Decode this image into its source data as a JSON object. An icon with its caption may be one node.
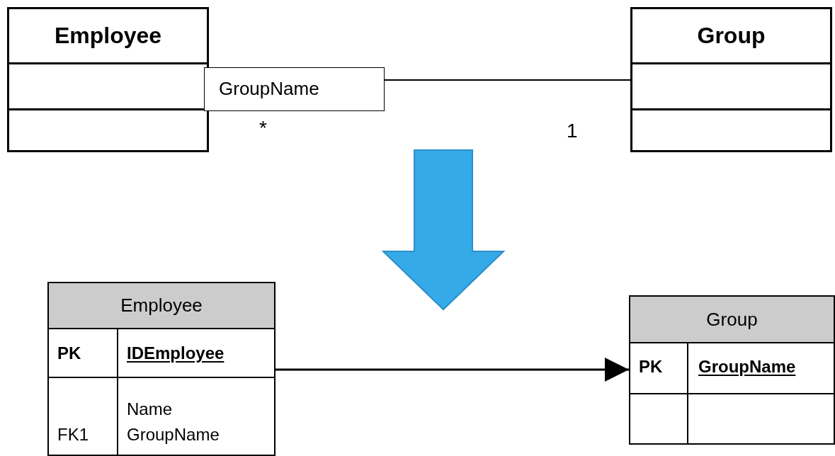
{
  "diagram": {
    "nodes": [
      {
        "text": [
          "Employee"
        ]
      },
      {
        "text": [
          "GroupName"
        ]
      },
      {
        "text": [
          "Group"
        ]
      },
      {
        "text": [
          "Employee",
          "PK",
          "IDEmployee",
          "FK1",
          "Name",
          "GroupName"
        ]
      },
      {
        "text": [
          "Group",
          "PK",
          "GroupName"
        ]
      }
    ],
    "edges": [
      {
        "from": 1,
        "to": 2,
        "arrow": "none"
      },
      {
        "from": 3,
        "to": 4,
        "arrow": "to"
      }
    ],
    "labels": [
      "*",
      "1"
    ]
  }
}
